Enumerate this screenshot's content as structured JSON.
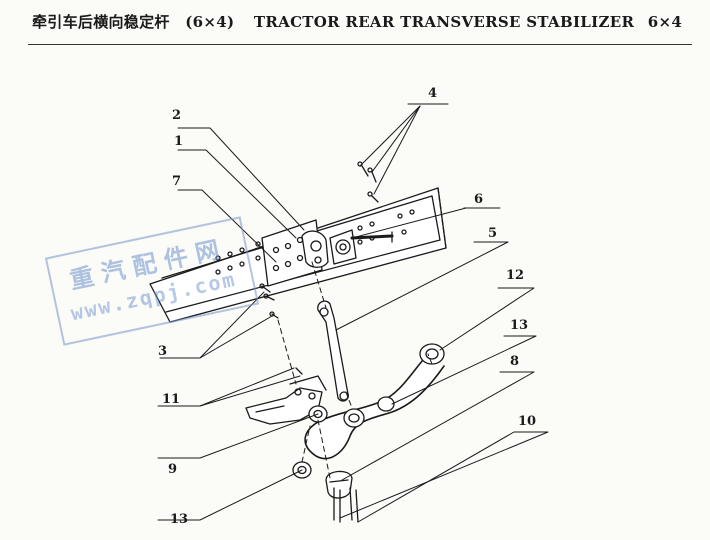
{
  "header": {
    "title_cn": "牵引车后横向稳定杆",
    "title_spec": "(6×4)",
    "title_en": "TRACTOR REAR TRANSVERSE STABILIZER",
    "title_en_spec": "6×4"
  },
  "callouts": [
    {
      "id": "4",
      "label": "4"
    },
    {
      "id": "2",
      "label": "2"
    },
    {
      "id": "1",
      "label": "1"
    },
    {
      "id": "7",
      "label": "7"
    },
    {
      "id": "6",
      "label": "6"
    },
    {
      "id": "5",
      "label": "5"
    },
    {
      "id": "12",
      "label": "12"
    },
    {
      "id": "13a",
      "label": "13"
    },
    {
      "id": "3",
      "label": "3"
    },
    {
      "id": "11",
      "label": "11"
    },
    {
      "id": "8",
      "label": "8"
    },
    {
      "id": "10",
      "label": "10"
    },
    {
      "id": "9",
      "label": "9"
    },
    {
      "id": "13b",
      "label": "13"
    }
  ],
  "watermark": {
    "name_cn": "重汽配件网",
    "url": "www.zqpj.com"
  },
  "colors": {
    "ink": "#1a1a1a",
    "paper": "#fbfbf8",
    "watermark": "#6e91cd"
  }
}
